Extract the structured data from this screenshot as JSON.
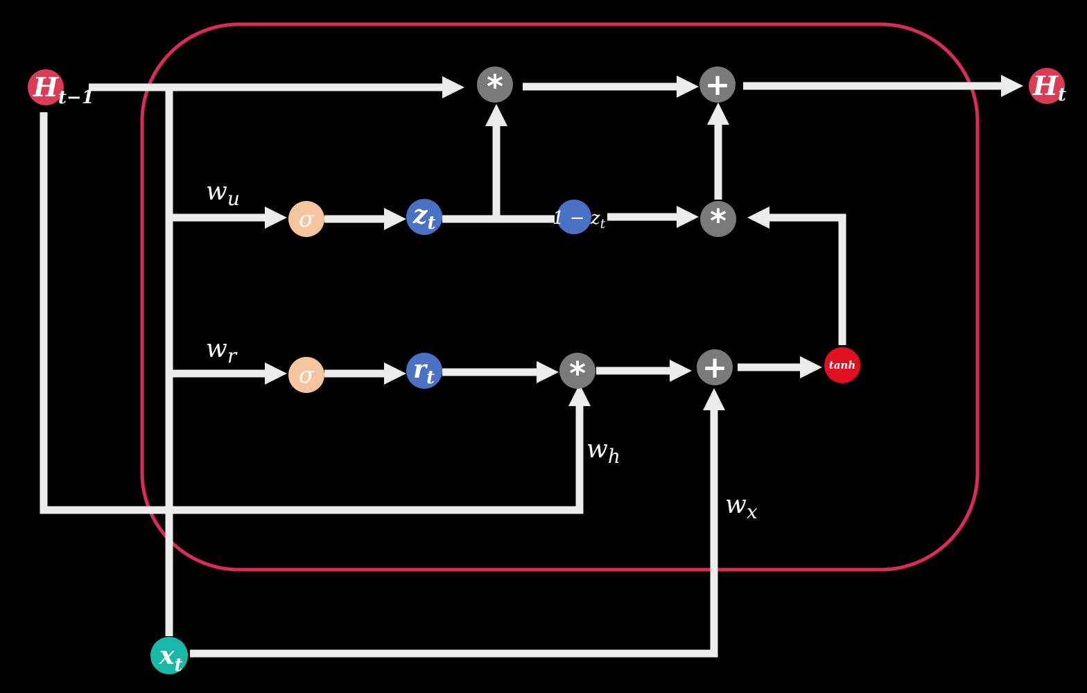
{
  "colors": {
    "background": "#000000",
    "cell_border": "#dc2a5a",
    "wire": "#ececec",
    "state_node": "#dc3a55",
    "input_node": "#1ab8a8",
    "gate_node": "#4a72c4",
    "sigma_node": "#f7c4a0",
    "op_node": "#7a7a7a",
    "tanh_node": "#e01020"
  },
  "nodes": {
    "h_prev": {
      "main": "H",
      "sub": "t−1"
    },
    "h_next": {
      "main": "H",
      "sub": "t"
    },
    "x_t": {
      "main": "x",
      "sub": "t"
    },
    "sigma_u": {
      "label": "σ"
    },
    "sigma_r": {
      "label": "σ"
    },
    "z_t": {
      "main": "z",
      "sub": "t"
    },
    "r_t": {
      "main": "r",
      "sub": "t"
    },
    "one_minus_z": {
      "main": "1 − z",
      "sub": "t"
    },
    "mult_top": {
      "label": "*"
    },
    "add_top": {
      "label": "+"
    },
    "mult_mid": {
      "label": "*"
    },
    "mult_reset": {
      "label": "*"
    },
    "add_candidate": {
      "label": "+"
    },
    "tanh": {
      "label": "tanh"
    }
  },
  "weights": {
    "w_u": {
      "main": "w",
      "sub": "u"
    },
    "w_r": {
      "main": "w",
      "sub": "r"
    },
    "w_h": {
      "main": "w",
      "sub": "h"
    },
    "w_x": {
      "main": "w",
      "sub": "x"
    }
  }
}
